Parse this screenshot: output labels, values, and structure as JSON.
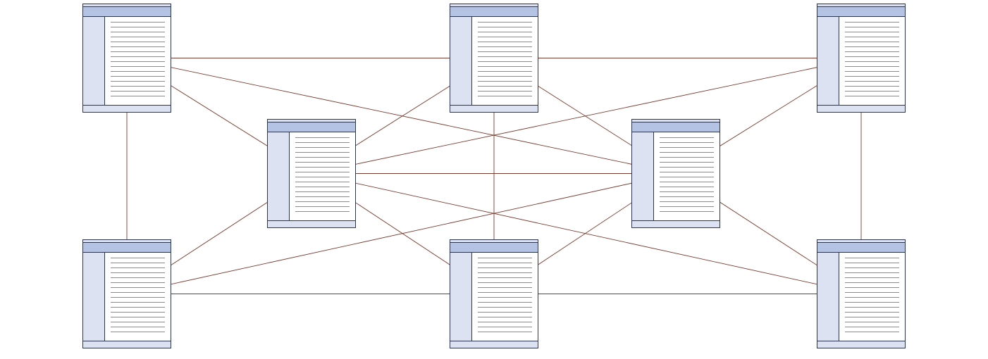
{
  "diagram": {
    "colors": {
      "background": "#ffffff",
      "connector": "#7a3b2e",
      "frame": "#2c3550",
      "title_bar": "#b4c2e4",
      "sidebar": "#dce2f2",
      "footer": "#dce2f2",
      "content": "#ffffff",
      "text_line": "#8a8a8a"
    },
    "nodes": [
      {
        "id": "page-top-left",
        "type": "page-window",
        "text_lines": 16
      },
      {
        "id": "page-top-center",
        "type": "page-window",
        "text_lines": 16
      },
      {
        "id": "page-top-right",
        "type": "page-window",
        "text_lines": 16
      },
      {
        "id": "page-middle-left",
        "type": "page-window",
        "text_lines": 16
      },
      {
        "id": "page-middle-right",
        "type": "page-window",
        "text_lines": 16
      },
      {
        "id": "page-bottom-left",
        "type": "page-window",
        "text_lines": 16
      },
      {
        "id": "page-bottom-center",
        "type": "page-window",
        "text_lines": 16
      },
      {
        "id": "page-bottom-right",
        "type": "page-window",
        "text_lines": 16
      }
    ],
    "edges": [
      [
        "page-top-left",
        "page-top-center"
      ],
      [
        "page-top-center",
        "page-top-right"
      ],
      [
        "page-bottom-left",
        "page-bottom-center"
      ],
      [
        "page-bottom-center",
        "page-bottom-right"
      ],
      [
        "page-top-left",
        "page-bottom-left"
      ],
      [
        "page-top-right",
        "page-bottom-right"
      ],
      [
        "page-top-center",
        "page-bottom-center"
      ],
      [
        "page-middle-left",
        "page-middle-right"
      ],
      [
        "page-top-left",
        "page-middle-left"
      ],
      [
        "page-top-left",
        "page-middle-right"
      ],
      [
        "page-top-center",
        "page-middle-left"
      ],
      [
        "page-top-center",
        "page-middle-right"
      ],
      [
        "page-top-right",
        "page-middle-left"
      ],
      [
        "page-top-right",
        "page-middle-right"
      ],
      [
        "page-bottom-left",
        "page-middle-left"
      ],
      [
        "page-bottom-left",
        "page-middle-right"
      ],
      [
        "page-bottom-center",
        "page-middle-left"
      ],
      [
        "page-bottom-center",
        "page-middle-right"
      ],
      [
        "page-bottom-right",
        "page-middle-left"
      ],
      [
        "page-bottom-right",
        "page-middle-right"
      ]
    ]
  }
}
